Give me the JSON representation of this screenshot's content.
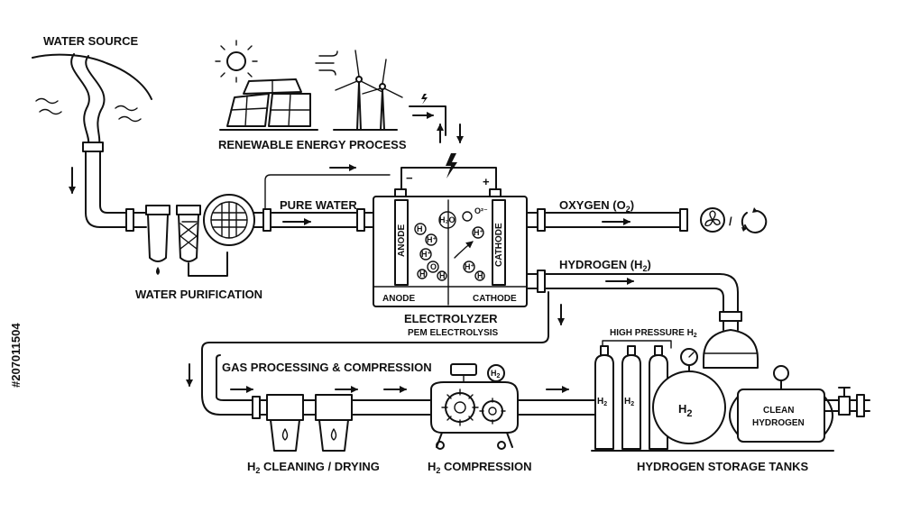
{
  "labels": {
    "water_source": "WATER SOURCE",
    "renewable": "RENEWABLE ENERGY PROCESS",
    "pure_water": "PURE WATER",
    "oxygen": "OXYGEN (O",
    "oxygen_sub": "2",
    "oxygen_end": ")",
    "hydrogen": "HYDROGEN (H",
    "hydrogen_sub": "2",
    "hydrogen_end": ")",
    "water_purification": "WATER PURIFICATION",
    "electrolyzer": "ELECTROLYZER",
    "pem": "PEM ELECTROLYSIS",
    "anode_vertical": "ANODE",
    "cathode_vertical": "CATHODE",
    "anode_bottom": "ANODE",
    "cathode_bottom": "CATHODE",
    "minus": "−",
    "plus": "+",
    "high_pressure": "HIGH PRESSURE H",
    "high_pressure_sub": "2",
    "gas_processing": "GAS PROCESSING & COMPRESSION",
    "cleaning_prefix": "H",
    "cleaning_sub": "2",
    "cleaning_rest": " CLEANING / DRYING",
    "compression_prefix": "H",
    "compression_sub": "2",
    "compression_rest": " COMPRESSION",
    "storage": "HYDROGEN STORAGE TANKS",
    "tank_h2_a": "H",
    "tank_h2_a_sub": "2",
    "tank_h2_b": "H",
    "tank_h2_b_sub": "2",
    "sphere_h": "H",
    "sphere_sub": "2",
    "clean_line1": "CLEAN",
    "clean_line2": "HYDROGEN",
    "gauge_h2": "H",
    "gauge_h2_sub": "2",
    "slash": "/"
  },
  "molecules": {
    "h_plus": "H⁺",
    "h": "H",
    "o": "O",
    "h2o": "H₂O",
    "o2minus": "O²⁻"
  },
  "watermark_id": "#207011504"
}
